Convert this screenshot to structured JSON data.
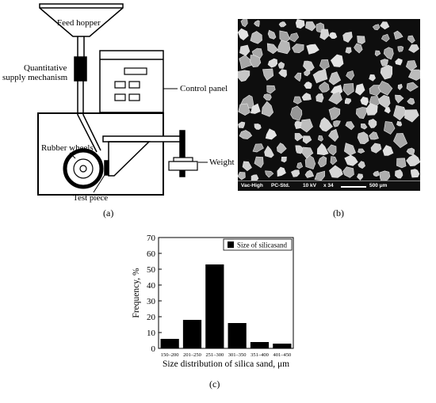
{
  "panel_a": {
    "letter": "(a)",
    "labels": {
      "feed_hopper": "Feed hopper",
      "supply_line1": "Quantitative",
      "supply_line2": "supply mechanism",
      "control_panel": "Control panel",
      "rubber_wheels": "Rubber wheels",
      "test_piece": "Test piece",
      "weight": "Weight"
    }
  },
  "panel_b": {
    "letter": "(b)",
    "databar": {
      "vacuum": "Vac-High",
      "mode": "PC-Std.",
      "voltage": "10 kV",
      "magnification": "x 34",
      "scale": "500 μm"
    }
  },
  "panel_c": {
    "letter": "(c)"
  },
  "chart_data": {
    "type": "bar",
    "title": "",
    "categories": [
      "150–200",
      "201–250",
      "251–300",
      "301–350",
      "351–400",
      "401–450"
    ],
    "series": [
      {
        "name": "Size of silicasand",
        "values": [
          6,
          18,
          53,
          16,
          4,
          3
        ]
      }
    ],
    "xlabel": "Size distribution of silica sand, μm",
    "ylabel": "Frequency, %",
    "ylim": [
      0,
      70
    ],
    "yticks": [
      0,
      10,
      20,
      30,
      40,
      50,
      60,
      70
    ],
    "legend_position": "top-right",
    "grid": false,
    "bar_color": "#000000"
  }
}
